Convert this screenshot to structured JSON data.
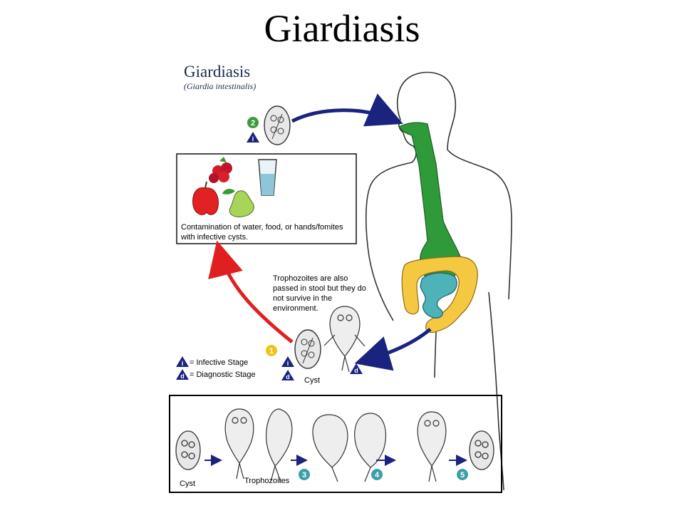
{
  "slide_title": "Giardiasis",
  "figure": {
    "title": "Giardiasis",
    "subtitle": "(Giardia intestinalis)"
  },
  "contamination_text": "Contamination of water, food, or hands/fomites with infective cysts.",
  "trophozoite_note": "Trophozoites are also passed in stool but they do not survive in the environment.",
  "legend": {
    "infective_symbol": "i",
    "infective_label": "= Infective Stage",
    "diagnostic_symbol": "d",
    "diagnostic_label": "= Diagnostic Stage"
  },
  "stage_labels": {
    "cyst_top": "Cyst",
    "cyst_bottom": "Cyst",
    "trophozoites": "Trophozoites"
  },
  "step_numbers": [
    "1",
    "2",
    "3",
    "4",
    "5"
  ],
  "colors": {
    "dark_blue_arrow": "#1a237e",
    "red_arrow": "#e02020",
    "step_green": "#3a9a3a",
    "step_yellow": "#f2c21b",
    "step_teal": "#3aa0a8",
    "stomach_green": "#2e9a3a",
    "colon_yellow": "#f5c842",
    "small_intestine_teal": "#4db3b8"
  }
}
